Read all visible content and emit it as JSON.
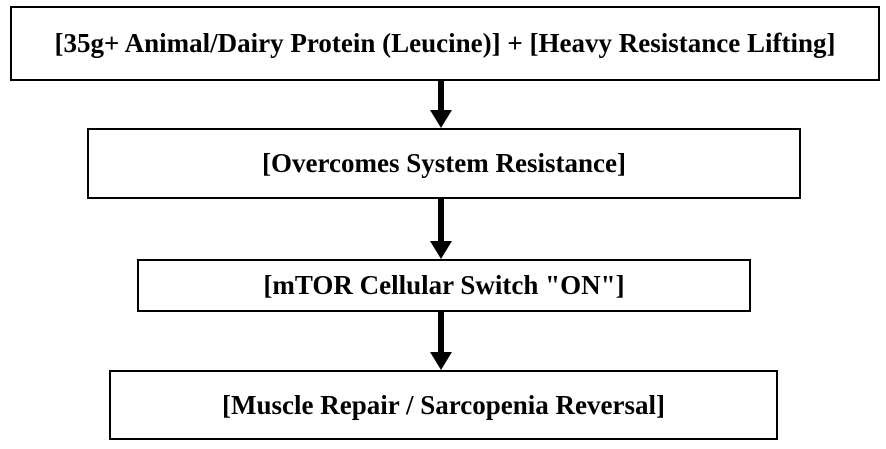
{
  "nodes": [
    {
      "id": "input",
      "label": "[35g+ Animal/Dairy Protein (Leucine)] + [Heavy Resistance Lifting]"
    },
    {
      "id": "overcome",
      "label": "[Overcomes System Resistance]"
    },
    {
      "id": "mtor",
      "label": "[mTOR Cellular Switch \"ON\"]"
    },
    {
      "id": "outcome",
      "label": "[Muscle Repair / Sarcopenia Reversal]"
    }
  ],
  "edges": [
    {
      "from": "input",
      "to": "overcome"
    },
    {
      "from": "overcome",
      "to": "mtor"
    },
    {
      "from": "mtor",
      "to": "outcome"
    }
  ],
  "colors": {
    "stroke": "#000000",
    "fill": "#ffffff"
  }
}
